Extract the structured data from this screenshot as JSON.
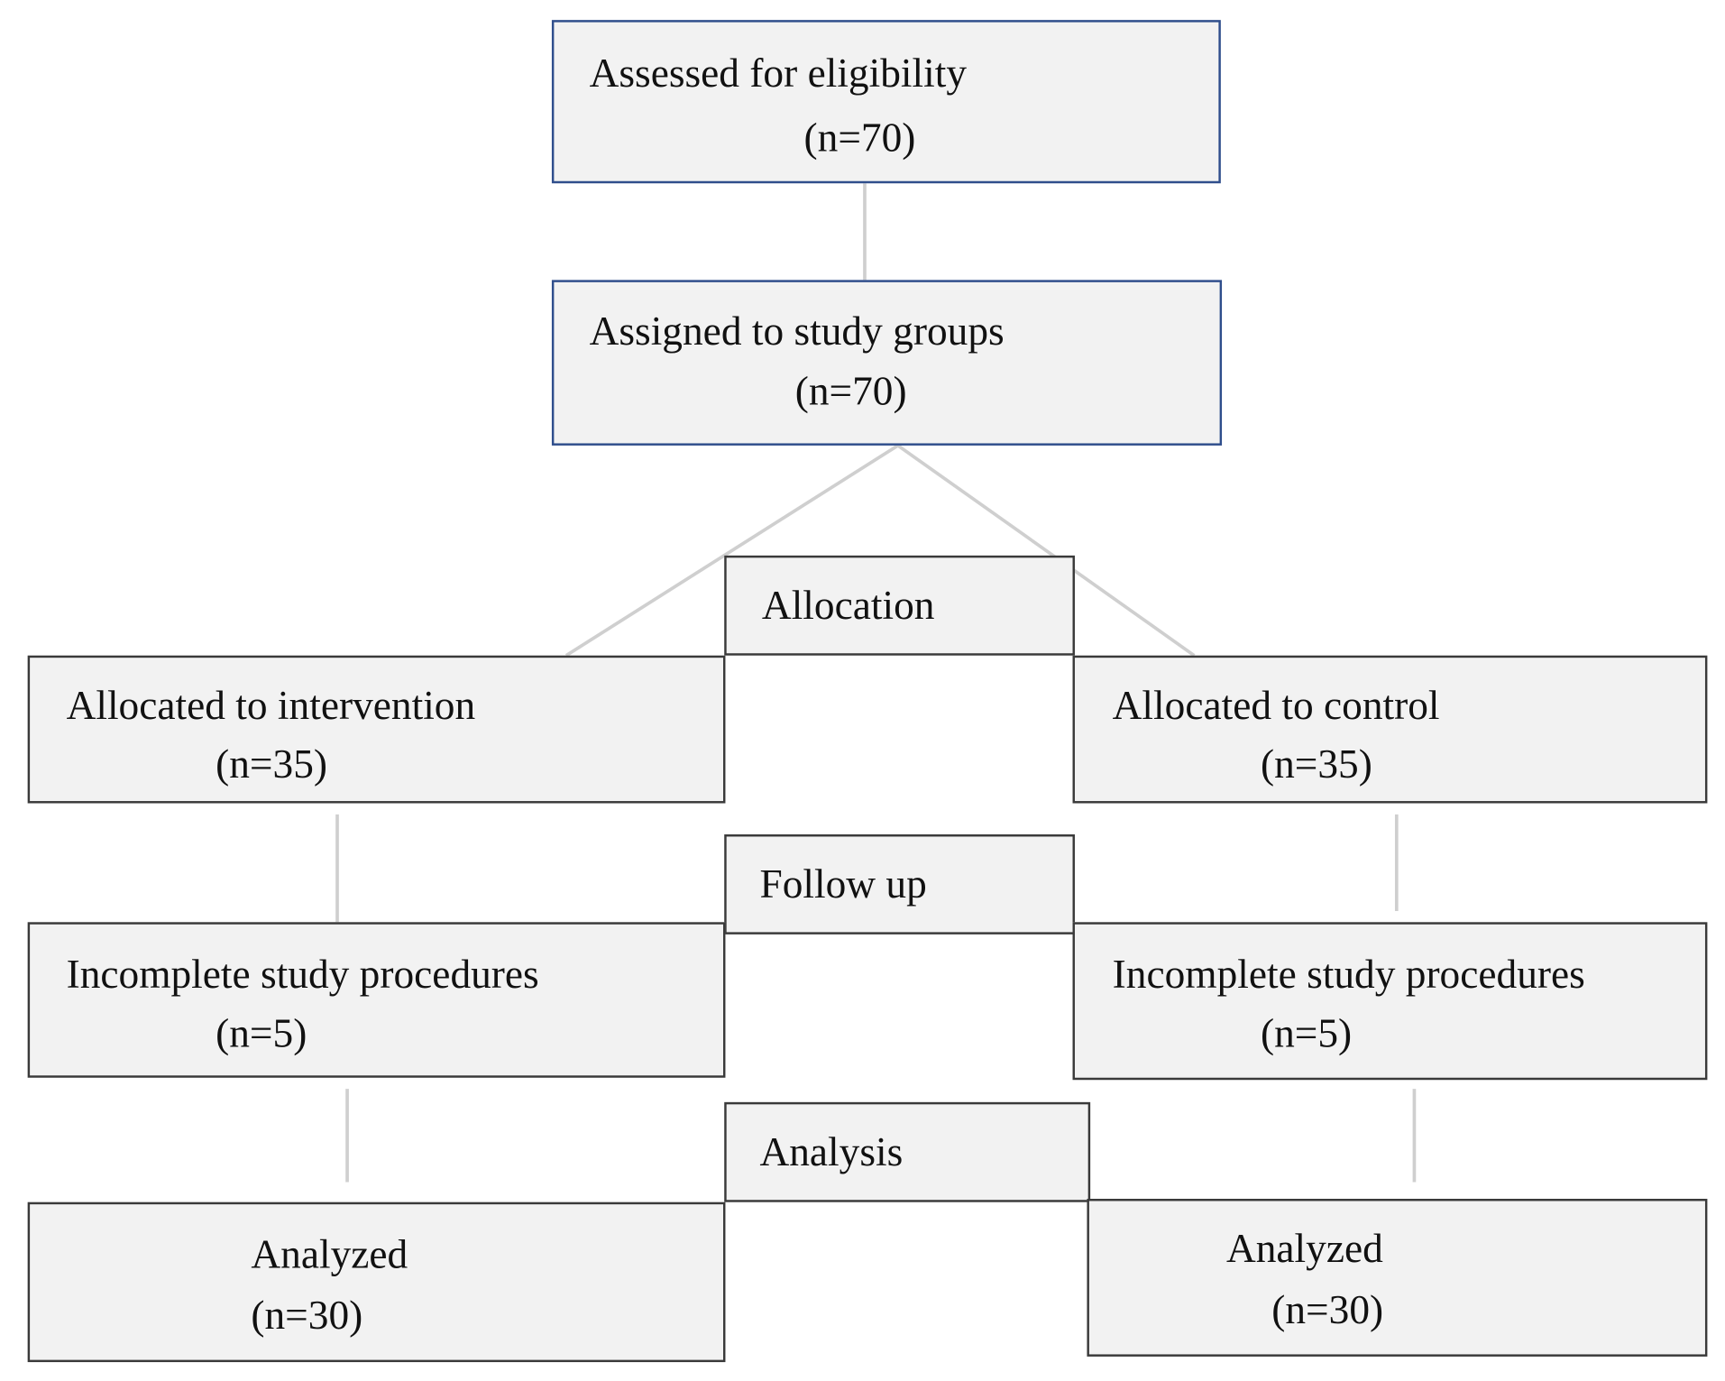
{
  "boxes": {
    "assessed": {
      "title": "Assessed for eligibility",
      "count": "(n=70)"
    },
    "assigned": {
      "title": "Assigned to study groups",
      "count": "(n=70)"
    },
    "intervention": {
      "title": "Allocated to intervention",
      "count": "(n=35)"
    },
    "control": {
      "title": "Allocated to control",
      "count": "(n=35)"
    },
    "incomplete_left": {
      "title": "Incomplete study procedures",
      "count": "(n=5)"
    },
    "incomplete_right": {
      "title": "Incomplete study procedures",
      "count": "(n=5)"
    },
    "analyzed_left": {
      "title": "Analyzed",
      "count": "(n=30)"
    },
    "analyzed_right": {
      "title": "Analyzed",
      "count": "(n=30)"
    }
  },
  "phases": {
    "allocation": "Allocation",
    "follow_up": "Follow up",
    "analysis": "Analysis"
  },
  "colors": {
    "box_fill": "#f2f2f2",
    "box_border": "#3a3a3a",
    "top_box_border": "#2f4e8c",
    "connector": "#cfcfcf"
  }
}
